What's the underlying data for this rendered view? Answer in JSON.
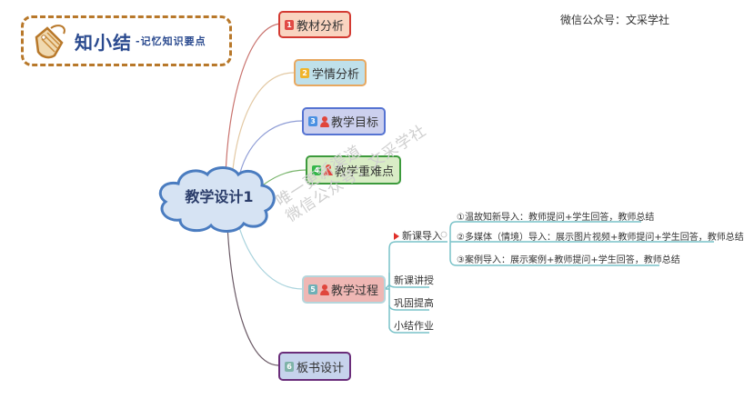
{
  "logo": {
    "title": "知小结",
    "subtitle": "-记忆知识要点",
    "icon": "tag-icon",
    "border_color": "#b8782a",
    "text_color": "#2a4a8f"
  },
  "header": {
    "wechat_label": "微信公众号：文采学社"
  },
  "mindmap": {
    "root": {
      "label": "教学设计1",
      "shape": "cloud",
      "fill": "#d6e3f3",
      "stroke": "#4a7cc0"
    },
    "branches": [
      {
        "num": "1",
        "label": "教材分析",
        "has_person_icon": false,
        "fill": "#f9d4c0",
        "border": "#d33a32",
        "badge": "#e04a45"
      },
      {
        "num": "2",
        "label": "学情分析",
        "has_person_icon": false,
        "fill": "#bfe0ea",
        "border": "#e8a860",
        "badge": "#f0b429"
      },
      {
        "num": "3",
        "label": "教学目标",
        "has_person_icon": true,
        "fill": "#ccd0ee",
        "border": "#5573d2",
        "badge": "#4a90e2"
      },
      {
        "num": "4",
        "label": "教学重难点",
        "has_person_icon": true,
        "fill": "#d9ecc6",
        "border": "#3c9a3c",
        "badge": "#35b64a"
      },
      {
        "num": "5",
        "label": "教学过程",
        "has_person_icon": true,
        "fill": "#efb7b4",
        "border": "#b5d6dc",
        "badge": "#6fb0b6",
        "children": [
          {
            "label": "新课导入",
            "flag": true,
            "children": [
              "①温故知新导入：教师提问+学生回答，教师总结",
              "②多媒体（情境）导入：展示图片视频+教师提问+学生回答，教师总结",
              "③案例导入：展示案例+教师提问+学生回答，教师总结"
            ]
          },
          {
            "label": "新课讲授"
          },
          {
            "label": "巩固提高"
          },
          {
            "label": "小结作业"
          }
        ]
      },
      {
        "num": "6",
        "label": "板书设计",
        "has_person_icon": false,
        "fill": "#c6d3ec",
        "border": "#6a2d7a",
        "badge": "#7fb3a8"
      }
    ]
  },
  "watermark": {
    "line1": "唯一更新渠道",
    "line2": "微信公众号：文采学社"
  }
}
